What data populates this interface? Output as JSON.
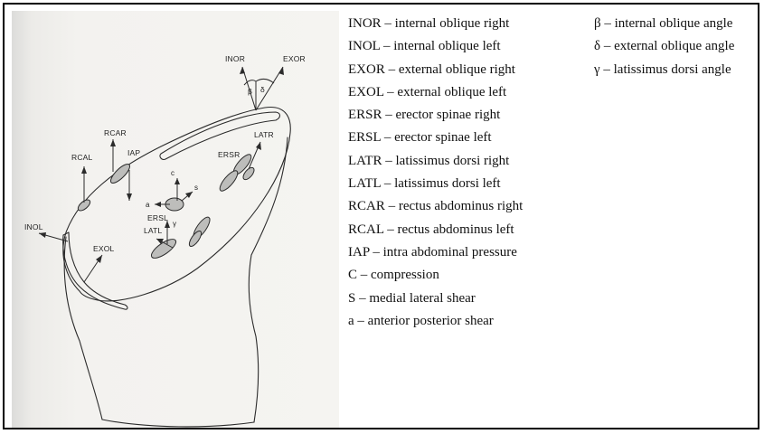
{
  "figure": {
    "labels": {
      "inor": "INOR",
      "exor": "EXOR",
      "beta": "β",
      "delta": "δ",
      "rcar": "RCAR",
      "iap": "IAP",
      "rcal": "RCAL",
      "ersr": "ERSR",
      "latr": "LATR",
      "c": "c",
      "s": "s",
      "a": "a",
      "ersl": "ERSL",
      "latl": "LATL",
      "gamma": "γ",
      "inol": "INOL",
      "exol": "EXOL"
    }
  },
  "legend": {
    "left": [
      "INOR – internal oblique right",
      "INOL – internal oblique left",
      "EXOR – external oblique right",
      "EXOL – external oblique left",
      "ERSR – erector spinae right",
      "ERSL – erector spinae left",
      "LATR – latissimus dorsi right",
      "LATL – latissimus dorsi left",
      "RCAR – rectus abdominus right",
      "RCAL – rectus abdominus left",
      "IAP – intra abdominal pressure",
      "C – compression",
      "S – medial lateral shear",
      "a – anterior posterior shear"
    ],
    "right": [
      "β – internal oblique angle",
      "δ – external oblique angle",
      "γ – latissimus dorsi angle"
    ]
  }
}
